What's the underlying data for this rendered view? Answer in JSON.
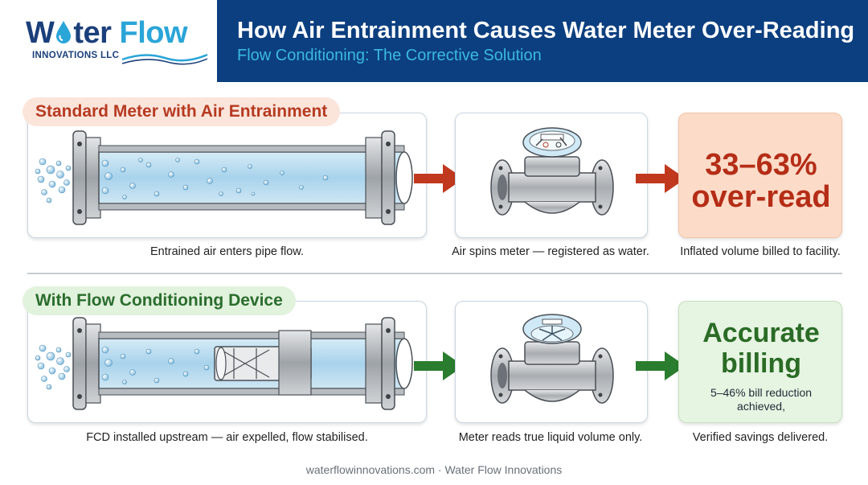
{
  "logo": {
    "word_pre": "W",
    "word_post": "ter",
    "word_flow": "Flow",
    "subtitle": "INNOVATIONS LLC"
  },
  "header": {
    "title": "How Air Entrainment Causes Water Meter Over-Reading",
    "subtitle": "Flow Conditioning: The Corrective Solution"
  },
  "sections": [
    {
      "label": "Standard Meter with Air Entrainment",
      "captions": [
        "Entrained air enters pipe flow.",
        "Air spins meter — registered as water.",
        "Inflated volume billed to facility."
      ],
      "result": {
        "line1": "33–63%",
        "line2": "over-read"
      }
    },
    {
      "label": "With Flow Conditioning Device",
      "captions": [
        "FCD installed upstream — air expelled, flow stabilised.",
        "Meter reads true liquid volume only.",
        "Verified savings delivered."
      ],
      "result": {
        "line1": "Accurate",
        "line2": "billing",
        "detail": "5–46% bill reduction achieved,"
      }
    }
  ],
  "colors": {
    "header_band": "#0c3f7f",
    "accent_cyan": "#3bb8e0",
    "red_arrow": "#c0391f",
    "green_arrow": "#2a7d2e",
    "red_result_bg": "#fcdcc8",
    "green_result_bg": "#e6f4e2"
  },
  "footer": "waterflowinnovations.com · Water Flow Innovations"
}
